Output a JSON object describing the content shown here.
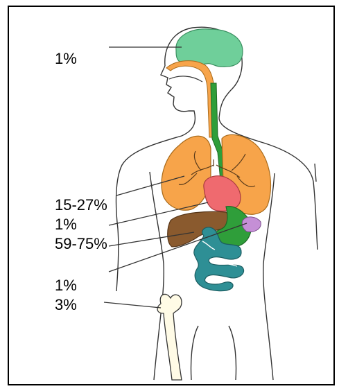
{
  "labels": {
    "brain": "1%",
    "lungs": "15-27%",
    "heart": "1%",
    "liver": "59-75%",
    "gut": "1%",
    "bone": "3%"
  },
  "colors": {
    "brain": "#6fcf9a",
    "lungs": "#f7a44a",
    "heart": "#ef6a6f",
    "liver": "#8a5a2e",
    "stomach": "#2f9e3a",
    "spleen": "#c58fd6",
    "intestine": "#2e8f95",
    "bone": "#fffbe6",
    "airway": "#f7a44a",
    "esophagus": "#2f9e3a"
  }
}
